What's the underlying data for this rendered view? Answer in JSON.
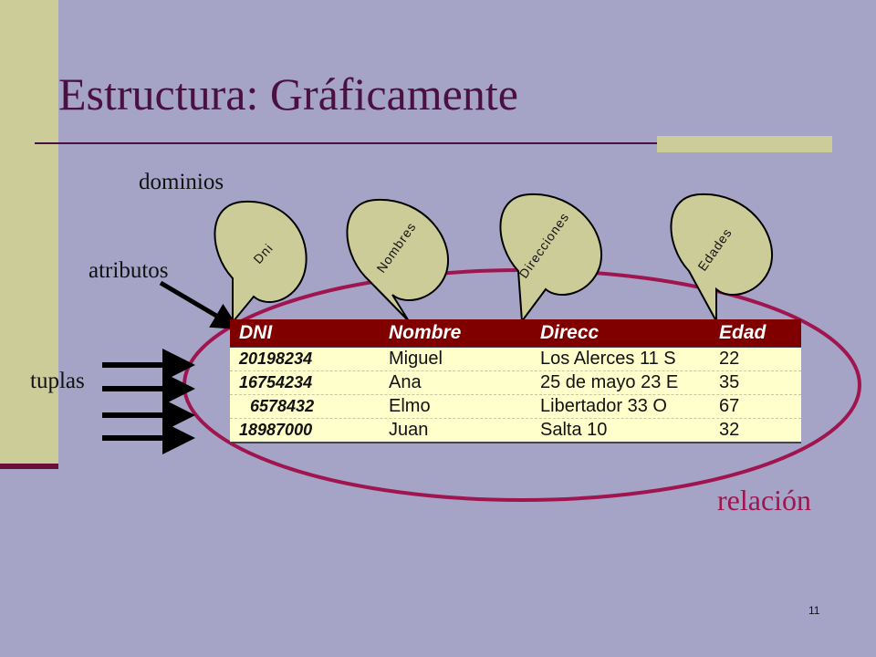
{
  "title": "Estructura: Gráficamente",
  "labels": {
    "dominios": "dominios",
    "atributos": "atributos",
    "tuplas": "tuplas",
    "relacion": "relación"
  },
  "domains": [
    "Dni",
    "Nombres",
    "Direcciones",
    "Edades"
  ],
  "table": {
    "headers": [
      "DNI",
      "Nombre",
      "Direcc",
      "Edad"
    ],
    "rows": [
      [
        "20198234",
        "Miguel",
        "Los Alerces 11 S",
        "22"
      ],
      [
        "16754234",
        "Ana",
        "25 de mayo 23 E",
        "35"
      ],
      [
        "6578432",
        "Elmo",
        "Libertador 33 O",
        "67"
      ],
      [
        "18987000",
        "Juan",
        "Salta 10",
        "32"
      ]
    ]
  },
  "page_number": "11",
  "colors": {
    "background": "#a5a3c6",
    "sidebar": "#cccc99",
    "title": "#4a1040",
    "table_header": "#800000",
    "table_body": "#ffffcc",
    "relation_ellipse": "#a0154f",
    "bubble_fill": "#cccc99"
  }
}
